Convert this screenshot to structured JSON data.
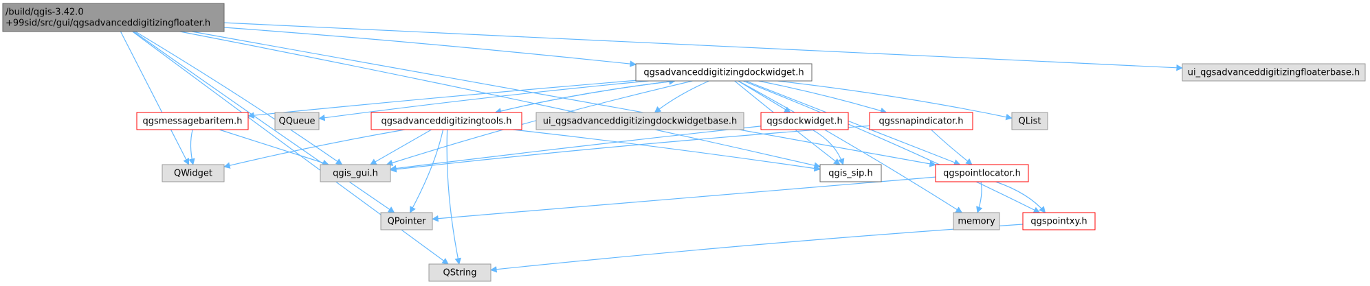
{
  "colors": {
    "edge": "#63b8ff",
    "node_border_gray": "#999999",
    "node_border_red": "#ff0000",
    "node_border_black": "#666666",
    "node_fill_root": "#999999",
    "node_fill_gray": "#e0e0e0",
    "node_fill_white": "#ffffff"
  },
  "nodes": [
    {
      "id": "root",
      "lines": [
        "/build/qgis-3.42.0",
        "+99sid/src/gui/qgsadvanceddigitizingfloater.h"
      ],
      "style": "root"
    },
    {
      "id": "dockwidget",
      "lines": [
        "qgsadvanceddigitizingdockwidget.h"
      ],
      "style": "black"
    },
    {
      "id": "floaterbase",
      "lines": [
        "ui_qgsadvanceddigitizingfloaterbase.h"
      ],
      "style": "gray"
    },
    {
      "id": "messagebar",
      "lines": [
        "qgsmessagebaritem.h"
      ],
      "style": "red"
    },
    {
      "id": "qqueue",
      "lines": [
        "QQueue"
      ],
      "style": "gray"
    },
    {
      "id": "tools",
      "lines": [
        "qgsadvanceddigitizingtools.h"
      ],
      "style": "red"
    },
    {
      "id": "dockbase",
      "lines": [
        "ui_qgsadvanceddigitizingdockwidgetbase.h"
      ],
      "style": "gray"
    },
    {
      "id": "qgsdock",
      "lines": [
        "qgsdockwidget.h"
      ],
      "style": "red"
    },
    {
      "id": "snap",
      "lines": [
        "qgssnapindicator.h"
      ],
      "style": "red"
    },
    {
      "id": "qlist",
      "lines": [
        "QList"
      ],
      "style": "gray"
    },
    {
      "id": "qwidget",
      "lines": [
        "QWidget"
      ],
      "style": "gray"
    },
    {
      "id": "qgisgui",
      "lines": [
        "qgis_gui.h"
      ],
      "style": "gray"
    },
    {
      "id": "qgissip",
      "lines": [
        "qgis_sip.h"
      ],
      "style": "black"
    },
    {
      "id": "locator",
      "lines": [
        "qgspointlocator.h"
      ],
      "style": "red"
    },
    {
      "id": "qpointer",
      "lines": [
        "QPointer"
      ],
      "style": "gray"
    },
    {
      "id": "memory",
      "lines": [
        "memory"
      ],
      "style": "gray"
    },
    {
      "id": "pointxy",
      "lines": [
        "qgspointxy.h"
      ],
      "style": "red"
    },
    {
      "id": "qstring",
      "lines": [
        "QString"
      ],
      "style": "gray"
    }
  ],
  "edges": [
    [
      "root",
      "dockwidget"
    ],
    [
      "root",
      "floaterbase"
    ],
    [
      "root",
      "qwidget"
    ],
    [
      "root",
      "qgisgui"
    ],
    [
      "root",
      "qgissip"
    ],
    [
      "root",
      "qpointer"
    ],
    [
      "root",
      "qstring"
    ],
    [
      "root",
      "locator"
    ],
    [
      "dockwidget",
      "messagebar"
    ],
    [
      "dockwidget",
      "qqueue"
    ],
    [
      "dockwidget",
      "tools"
    ],
    [
      "dockwidget",
      "dockbase"
    ],
    [
      "dockwidget",
      "qgsdock"
    ],
    [
      "dockwidget",
      "snap"
    ],
    [
      "dockwidget",
      "qlist"
    ],
    [
      "dockwidget",
      "qgisgui"
    ],
    [
      "dockwidget",
      "qgissip"
    ],
    [
      "dockwidget",
      "locator"
    ],
    [
      "dockwidget",
      "memory"
    ],
    [
      "dockwidget",
      "pointxy"
    ],
    [
      "tools",
      "dockwidget"
    ],
    [
      "tools",
      "qwidget"
    ],
    [
      "tools",
      "qgisgui"
    ],
    [
      "tools",
      "qgissip"
    ],
    [
      "tools",
      "qpointer"
    ],
    [
      "tools",
      "qstring"
    ],
    [
      "messagebar",
      "qwidget"
    ],
    [
      "messagebar",
      "qgisgui"
    ],
    [
      "qgsdock",
      "qgisgui"
    ],
    [
      "qgsdock",
      "qgissip"
    ],
    [
      "snap",
      "qgisgui"
    ],
    [
      "snap",
      "locator"
    ],
    [
      "locator",
      "qpointer"
    ],
    [
      "locator",
      "memory"
    ],
    [
      "locator",
      "pointxy"
    ],
    [
      "pointxy",
      "qstring"
    ]
  ]
}
